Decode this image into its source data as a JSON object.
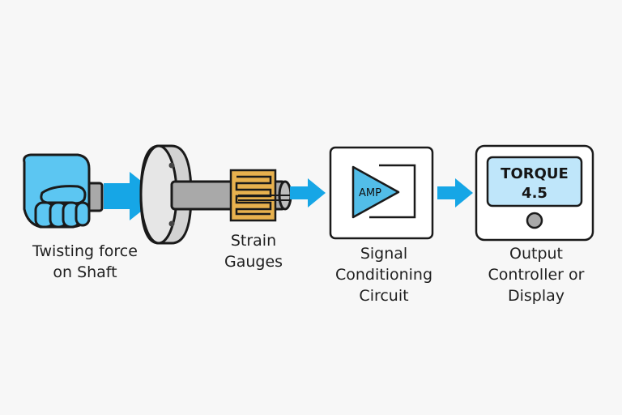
{
  "stages": {
    "force": {
      "lines": [
        "Twisting force",
        "on Shaft"
      ]
    },
    "gauges": {
      "lines": [
        "Strain",
        "Gauges"
      ]
    },
    "signal": {
      "lines": [
        "Signal",
        "Conditioning",
        "Circuit"
      ]
    },
    "output": {
      "lines": [
        "Output",
        "Controller or",
        "Display"
      ]
    }
  },
  "amplifier": {
    "label": "AMP"
  },
  "display": {
    "title": "TORQUE",
    "value": "4.5"
  },
  "colors": {
    "accent": "#16a6e6",
    "hand": "#5cc6f2",
    "triangle": "#52bde8",
    "screen": "#bfe6fa",
    "gauge": "#e8b14e",
    "shaft": "#a9a9a9",
    "outline": "#1a1a1a"
  },
  "icons": [
    "fist-icon",
    "flange-icon",
    "shaft-icon",
    "strain-gauge-icon",
    "amplifier-icon",
    "display-icon"
  ]
}
